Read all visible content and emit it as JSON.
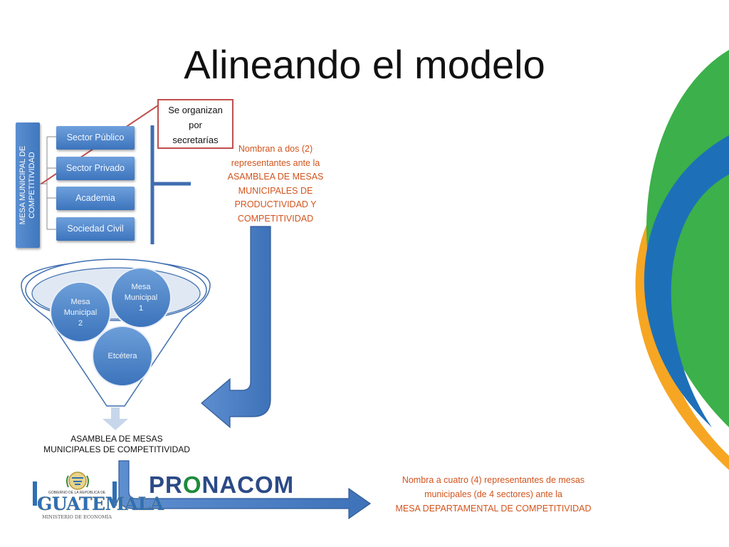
{
  "slide": {
    "title": "Alineando el modelo"
  },
  "mesa_municipal": {
    "label": "MESA MUNICIPAL DE COMPETITIVIDAD",
    "sectors": [
      {
        "label": "Sector Público"
      },
      {
        "label": "Sector Privado"
      },
      {
        "label": "Academia"
      },
      {
        "label": "Sociedad Civil"
      }
    ]
  },
  "callout": {
    "line1": "Se organizan",
    "line2": "por",
    "line3": "secretarías"
  },
  "note_representantes": {
    "lines": [
      "Nombran a dos (2)",
      "representantes ante la",
      "ASAMBLEA DE MESAS",
      "MUNICIPALES DE",
      "PRODUCTIVIDAD Y",
      "COMPETITIVIDAD"
    ]
  },
  "funnel": {
    "circles": [
      {
        "label_lines": [
          "Mesa",
          "Municipal",
          "1"
        ]
      },
      {
        "label_lines": [
          "Mesa",
          "Municipal",
          "2"
        ]
      },
      {
        "label_lines": [
          "Etcétera"
        ]
      }
    ],
    "output": {
      "line1": "ASAMBLEA DE MESAS",
      "line2": "MUNICIPALES DE COMPETITIVIDAD"
    }
  },
  "note_departamental": {
    "lines": [
      "Nombra a cuatro (4) representantes de mesas",
      "municipales (de 4 sectores) ante la",
      "MESA DEPARTAMENTAL DE COMPETITIVIDAD"
    ]
  },
  "logos": {
    "guatemala_top": "GOBIERNO DE LA REPÚBLICA DE",
    "guatemala_word": "GUATEMALA",
    "guatemala_bottom": "MINISTERIO DE ECONOMÍA",
    "pronacom_prefix": "PR",
    "pronacom_o": "O",
    "pronacom_suffix": "NACOM"
  },
  "colors": {
    "box_blue": "#3f77be",
    "arrow_blue": "#4a7ec2",
    "callout_red": "#c0504d",
    "note_orange": "#d2541d",
    "swoosh_green": "#3cb04a",
    "swoosh_blue": "#1d70b8",
    "swoosh_orange": "#f6a623"
  }
}
